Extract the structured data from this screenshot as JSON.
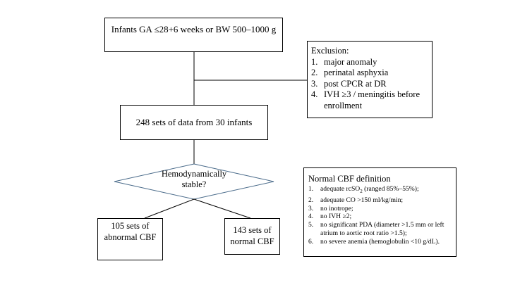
{
  "inclusion": {
    "text": "Infants GA ≤28+6 weeks or BW 500–1000 g"
  },
  "exclusion": {
    "title": "Exclusion:",
    "items": [
      {
        "num": "1.",
        "text": "major anomaly"
      },
      {
        "num": "2.",
        "text": "perinatal asphyxia"
      },
      {
        "num": "3.",
        "text": "post CPCR at DR"
      },
      {
        "num": "4.",
        "text": "IVH ≥3 / meningitis before enrollment"
      }
    ]
  },
  "dataset": {
    "text": "248 sets of data from 30 infants"
  },
  "decision": {
    "text": "Hemodynamically stable?"
  },
  "abnormal": {
    "text": "105 sets of abnormal CBF"
  },
  "normal": {
    "text": "143 sets of normal CBF"
  },
  "cbf_definition": {
    "title": "Normal CBF definition",
    "items": [
      {
        "num": "1.",
        "pre": "adequate rcSO",
        "sub": "2",
        "post": " (ranged 85%–55%);"
      },
      {
        "num": "2.",
        "text": "adequate CO >150 ml/kg/min;"
      },
      {
        "num": "3.",
        "text": "no inotrope;"
      },
      {
        "num": "4.",
        "text": "no IVH ≥2;"
      },
      {
        "num": "5.",
        "text": "no significant PDA (diameter >1.5 mm or left atrium to aortic root ratio >1.5);"
      },
      {
        "num": "6.",
        "text": "no severe anemia (hemoglobulin <10 g/dL)."
      }
    ]
  }
}
